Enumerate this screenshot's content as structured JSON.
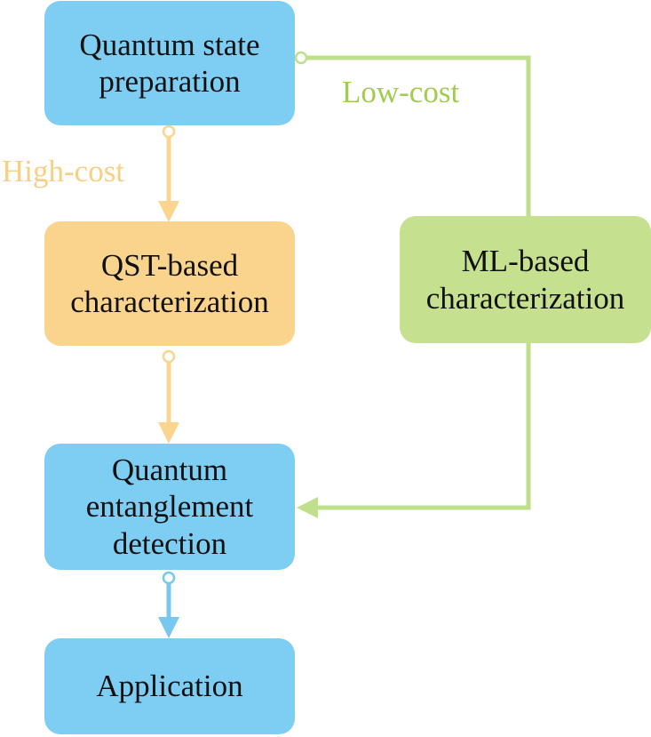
{
  "colors": {
    "blue": "#7ecdf3",
    "orange": "#fad48d",
    "green": "#c5e08e",
    "green_line": "#bfe08a",
    "orange_line": "#fbd58f",
    "blue_line": "#77c7ee",
    "green_text": "#a2cc4e",
    "orange_text": "#f9cf82"
  },
  "nodes": {
    "prep": "Quantum state\npreparation",
    "qst": "QST-based\ncharacterization",
    "ml": "ML-based\ncharacterization",
    "detect": "Quantum\nentanglement\ndetection",
    "app": "Application"
  },
  "edge_labels": {
    "high_cost": "High-cost",
    "low_cost": "Low-cost"
  }
}
